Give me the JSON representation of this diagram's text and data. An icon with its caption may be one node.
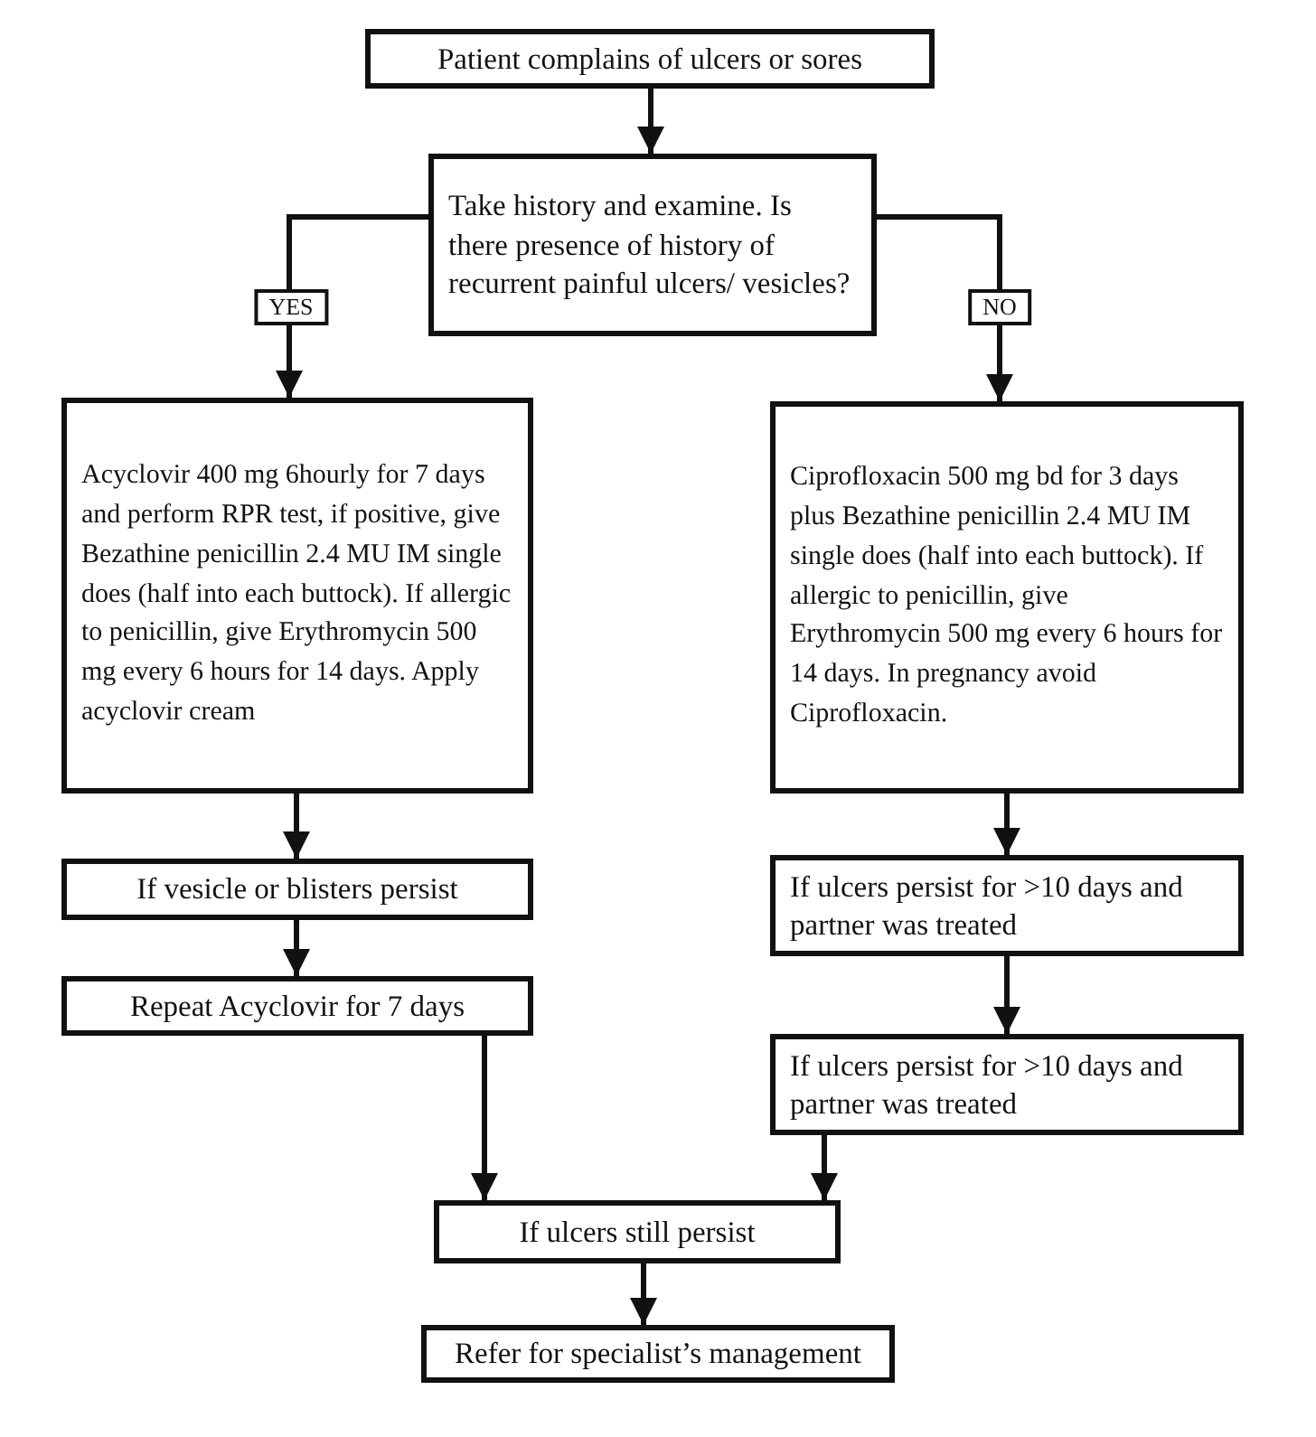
{
  "diagram": {
    "nodes": [
      {
        "text": [
          "Patient complains of ulcers or sores"
        ]
      },
      {
        "text": [
          "Take history and examine. Is there presence of history of recurrent painful ulcers/ vesicles?"
        ]
      },
      {
        "text": [
          "Acyclovir 400 mg 6hourly for 7 days and perform RPR test, if positive, give Bezathine penicillin 2.4 MU IM single does (half into each buttock). If allergic to penicillin, give Erythromycin 500 mg every 6 hours for 14 days. Apply acyclovir cream"
        ]
      },
      {
        "text": [
          "Ciprofloxacin 500 mg bd for 3 days plus Bezathine penicillin 2.4 MU IM single does (half into each buttock). If allergic to penicillin, give Erythromycin 500 mg every 6 hours for 14 days. In pregnancy avoid Ciprofloxacin."
        ]
      },
      {
        "text": [
          "If vesicle or blisters persist"
        ]
      },
      {
        "text": [
          "Repeat Acyclovir for 7 days"
        ]
      },
      {
        "text": [
          "If ulcers persist for >10 days and partner was treated"
        ]
      },
      {
        "text": [
          "If ulcers persist for >10 days and partner was treated"
        ]
      },
      {
        "text": [
          "If ulcers still persist"
        ]
      },
      {
        "text": [
          "Refer for specialist’s management"
        ]
      }
    ],
    "edges": [
      {
        "from": 0,
        "to": 1,
        "arrow": "to"
      },
      {
        "from": 1,
        "to": 2,
        "arrow": "to",
        "label": "YES"
      },
      {
        "from": 1,
        "to": 3,
        "arrow": "to",
        "label": "NO"
      },
      {
        "from": 2,
        "to": 4,
        "arrow": "to"
      },
      {
        "from": 4,
        "to": 5,
        "arrow": "to"
      },
      {
        "from": 3,
        "to": 6,
        "arrow": "to"
      },
      {
        "from": 6,
        "to": 7,
        "arrow": "to"
      },
      {
        "from": 5,
        "to": 8,
        "arrow": "to"
      },
      {
        "from": 7,
        "to": 8,
        "arrow": "to"
      },
      {
        "from": 8,
        "to": 9,
        "arrow": "to"
      }
    ]
  }
}
